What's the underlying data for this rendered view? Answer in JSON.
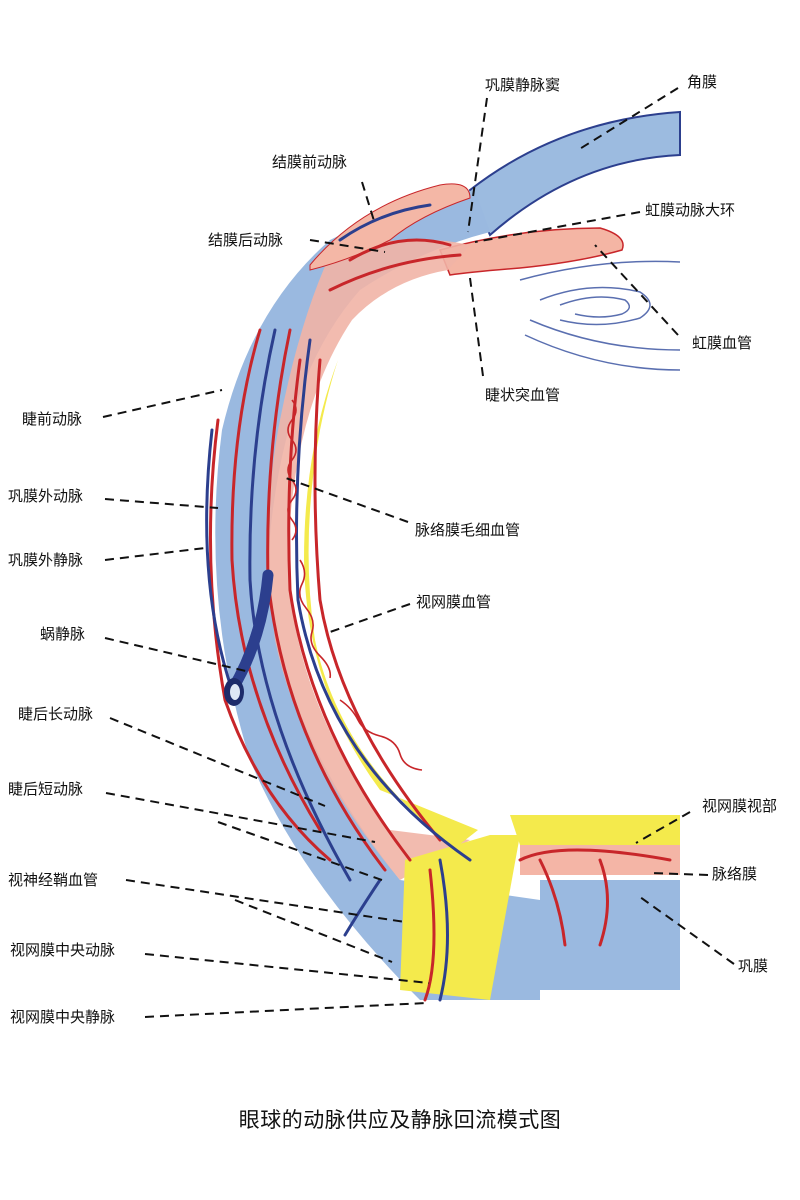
{
  "title": "眼球的动脉供应及静脉回流模式图",
  "labels": {
    "sinus_venosus_sclerae": "巩膜静脉窦",
    "cornea": "角膜",
    "anterior_conjunctival_artery": "结膜前动脉",
    "major_arterial_circle_of_iris": "虹膜动脉大环",
    "posterior_conjunctival_artery": "结膜后动脉",
    "iris_vessels": "虹膜血管",
    "ciliary_process_vessels": "睫状突血管",
    "anterior_ciliary_artery": "睫前动脉",
    "episcleral_artery": "巩膜外动脉",
    "choroidal_capillaries": "脉络膜毛细血管",
    "episcleral_vein": "巩膜外静脉",
    "retinal_vessels": "视网膜血管",
    "vortex_vein": "蜗静脉",
    "long_posterior_ciliary_artery": "睫后长动脉",
    "retina_optic_part": "视网膜视部",
    "short_posterior_ciliary_artery": "睫后短动脉",
    "choroid": "脉络膜",
    "optic_nerve_sheath_vessels": "视神经鞘血管",
    "sclera": "巩膜",
    "central_retinal_artery": "视网膜中央动脉",
    "central_retinal_vein": "视网膜中央静脉"
  },
  "colors": {
    "sclera": "#8fb3dc",
    "choroid": "#f2b7ad",
    "retina": "#f4ec4a",
    "artery": "#c8262a",
    "vein": "#2c3f8e",
    "leader": "#111111"
  }
}
